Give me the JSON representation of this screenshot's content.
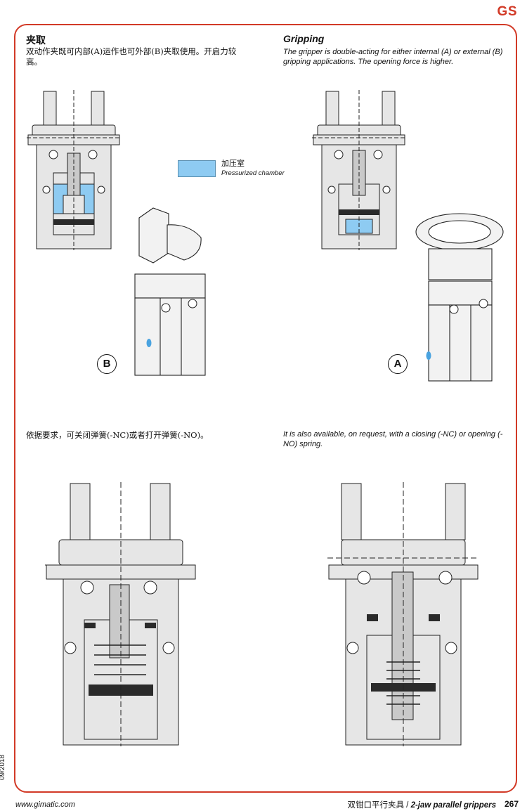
{
  "header": {
    "brand": "GS"
  },
  "section_cn": {
    "title": "夹取",
    "text": "双动作夹既可内部(A)运作也可外部(B)夹取使用。开启力较高。"
  },
  "section_en": {
    "title": "Gripping",
    "text": "The gripper is double-acting for either internal (A) or external (B) gripping applications. The opening force is higher."
  },
  "legend": {
    "cn": "加压室",
    "en": "Pressurized chamber",
    "color": "#8ecbf2"
  },
  "badges": {
    "b": "B",
    "a": "A"
  },
  "spring_cn": "依据要求，可关闭弹簧(-NC)或者打开弹簧(-NO)。",
  "spring_en": "It is also available, on request, with a closing (-NC) or opening (-NO) spring.",
  "footer": {
    "url": "www.gimatic.com",
    "title_cn": "双钳口平行夹具",
    "title_sep": " / ",
    "title_en": "2-jaw parallel grippers",
    "page": "267",
    "date": "09/2018"
  },
  "colors": {
    "accent": "#d23a27",
    "steel": "#e6e6e6",
    "dark": "#2a2a2a"
  }
}
